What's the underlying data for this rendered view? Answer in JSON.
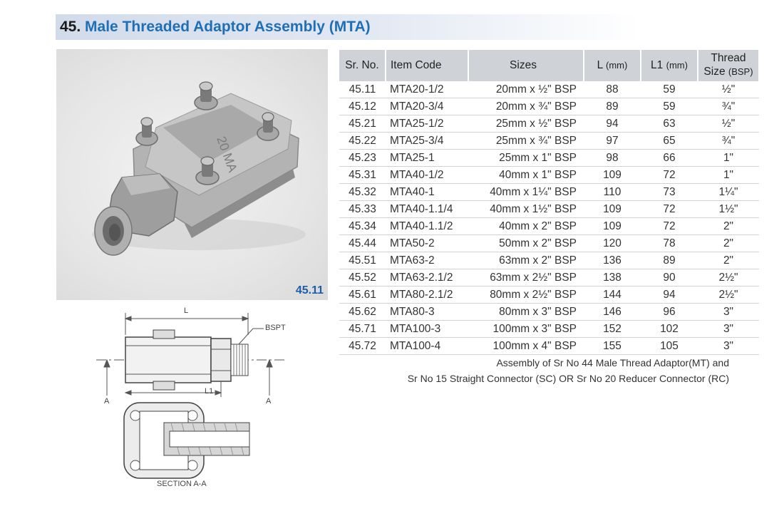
{
  "header": {
    "number": "45.",
    "title": "Male Threaded Adaptor Assembly (MTA)"
  },
  "photo": {
    "label": "45.11"
  },
  "drawing": {
    "dim_l": "L",
    "dim_l1": "L1",
    "bspt": "BSPT",
    "section_a_left": "A",
    "section_a_right": "A",
    "section_caption": "SECTION A-A"
  },
  "table": {
    "headers": {
      "sr": "Sr. No.",
      "code": "Item Code",
      "sizes": "Sizes",
      "l": "L",
      "l_unit": "(mm)",
      "l1": "L1",
      "l1_unit": "(mm)",
      "thread_top": "Thread",
      "thread_bottom": "Size",
      "thread_unit": "(BSP)"
    },
    "rows": [
      {
        "sr": "45.11",
        "code": "MTA20-1/2",
        "size": "20mm x ½\" BSP",
        "l": "88",
        "l1": "59",
        "thread": "½\""
      },
      {
        "sr": "45.12",
        "code": "MTA20-3/4",
        "size": "20mm x ¾\" BSP",
        "l": "89",
        "l1": "59",
        "thread": "¾\""
      },
      {
        "sr": "45.21",
        "code": "MTA25-1/2",
        "size": "25mm x ½\" BSP",
        "l": "94",
        "l1": "63",
        "thread": "½\""
      },
      {
        "sr": "45.22",
        "code": "MTA25-3/4",
        "size": "25mm x ¾\" BSP",
        "l": "97",
        "l1": "65",
        "thread": "¾\""
      },
      {
        "sr": "45.23",
        "code": "MTA25-1",
        "size": "25mm x 1\" BSP",
        "l": "98",
        "l1": "66",
        "thread": "1\""
      },
      {
        "sr": "45.31",
        "code": "MTA40-1/2",
        "size": "40mm x 1\" BSP",
        "l": "109",
        "l1": "72",
        "thread": "1\""
      },
      {
        "sr": "45.32",
        "code": "MTA40-1",
        "size": "40mm x 1¼\" BSP",
        "l": "110",
        "l1": "73",
        "thread": "1¼\""
      },
      {
        "sr": "45.33",
        "code": "MTA40-1.1/4",
        "size": "40mm x 1½\" BSP",
        "l": "109",
        "l1": "72",
        "thread": "1½\""
      },
      {
        "sr": "45.34",
        "code": "MTA40-1.1/2",
        "size": "40mm x 2\" BSP",
        "l": "109",
        "l1": "72",
        "thread": "2\""
      },
      {
        "sr": "45.44",
        "code": "MTA50-2",
        "size": "50mm x 2\" BSP",
        "l": "120",
        "l1": "78",
        "thread": "2\""
      },
      {
        "sr": "45.51",
        "code": "MTA63-2",
        "size": "63mm x 2\" BSP",
        "l": "136",
        "l1": "89",
        "thread": "2\""
      },
      {
        "sr": "45.52",
        "code": "MTA63-2.1/2",
        "size": "63mm x 2½\" BSP",
        "l": "138",
        "l1": "90",
        "thread": "2½\""
      },
      {
        "sr": "45.61",
        "code": "MTA80-2.1/2",
        "size": "80mm x 2½\" BSP",
        "l": "144",
        "l1": "94",
        "thread": "2½\""
      },
      {
        "sr": "45.62",
        "code": "MTA80-3",
        "size": "80mm x 3\" BSP",
        "l": "146",
        "l1": "96",
        "thread": "3\""
      },
      {
        "sr": "45.71",
        "code": "MTA100-3",
        "size": "100mm x 3\" BSP",
        "l": "152",
        "l1": "102",
        "thread": "3\""
      },
      {
        "sr": "45.72",
        "code": "MTA100-4",
        "size": "100mm x 4\" BSP",
        "l": "155",
        "l1": "105",
        "thread": "3\""
      }
    ]
  },
  "notes": {
    "line1": "Assembly of Sr No 44 Male Thread Adaptor(MT) and",
    "line2": "Sr No 15 Straight Connector (SC) OR Sr No 20 Reducer Connector (RC)"
  },
  "colors": {
    "title_blue": "#1f6fb6",
    "header_gray": "#cfd2d7",
    "photo_label_blue": "#1a5fa8"
  }
}
